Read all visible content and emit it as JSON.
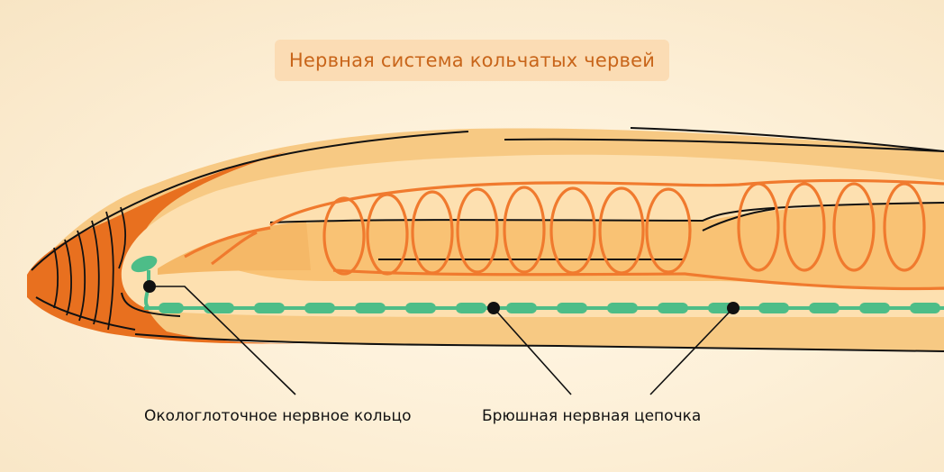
{
  "title": "Нервная система кольчатых червей",
  "labels": {
    "ring": "Окологлоточное нервное кольцо",
    "chain": "Брюшная нервная цепочка"
  },
  "colors": {
    "background": "#fdf0d8",
    "title_bg": "#fbdcb4",
    "title_text": "#c8651a",
    "body_outer": "#f5c980",
    "body_inner": "#fde0b0",
    "body_orange": "#e8701f",
    "coil": "#f07a2e",
    "nerve": "#4dbd88",
    "outline": "#111111"
  }
}
